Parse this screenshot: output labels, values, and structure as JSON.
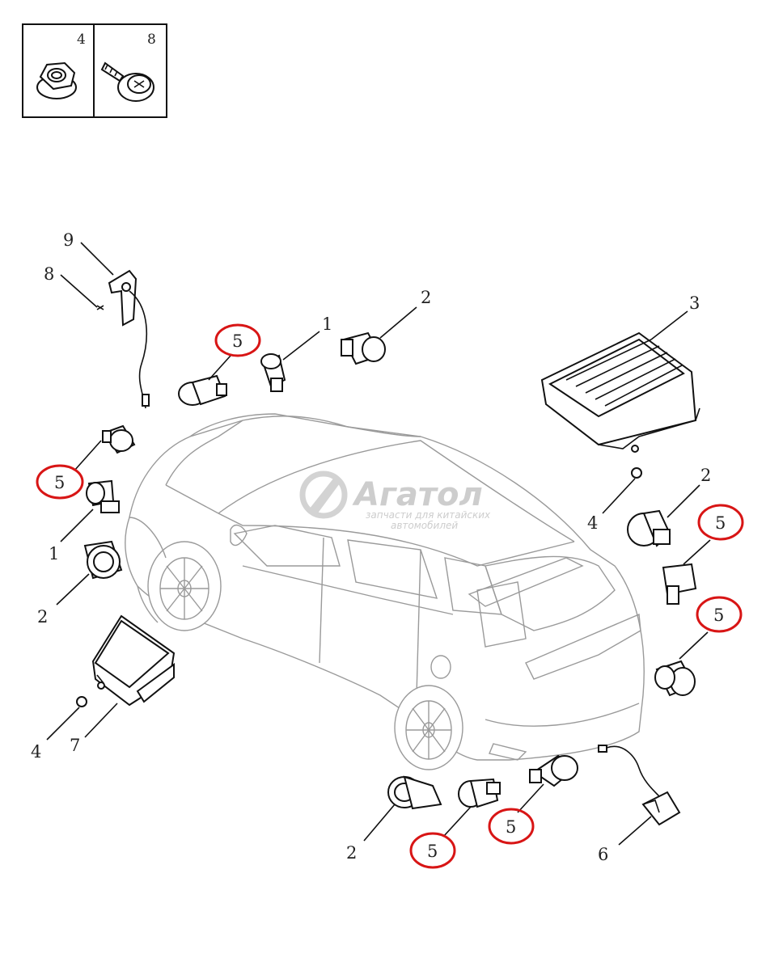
{
  "legend": {
    "items": [
      {
        "number": "4",
        "icon": "flange-nut-icon"
      },
      {
        "number": "8",
        "icon": "screw-icon"
      }
    ]
  },
  "watermark": {
    "brand": "Агатол",
    "tagline_line1": "запчасти для китайских",
    "tagline_line2": "автомобилей"
  },
  "callouts": {
    "c9": "9",
    "c8": "8",
    "c5_top": "5",
    "c1_top": "1",
    "c2_top": "2",
    "c3": "3",
    "c5_left": "5",
    "c1_left": "1",
    "c2_left": "2",
    "c4_right": "4",
    "c2_right": "2",
    "c5_right_a": "5",
    "c5_right_b": "5",
    "c4_left": "4",
    "c7": "7",
    "c2_bottom": "2",
    "c5_bottom_a": "5",
    "c5_bottom_b": "5",
    "c6": "6"
  },
  "highlight_color": "#d81515"
}
